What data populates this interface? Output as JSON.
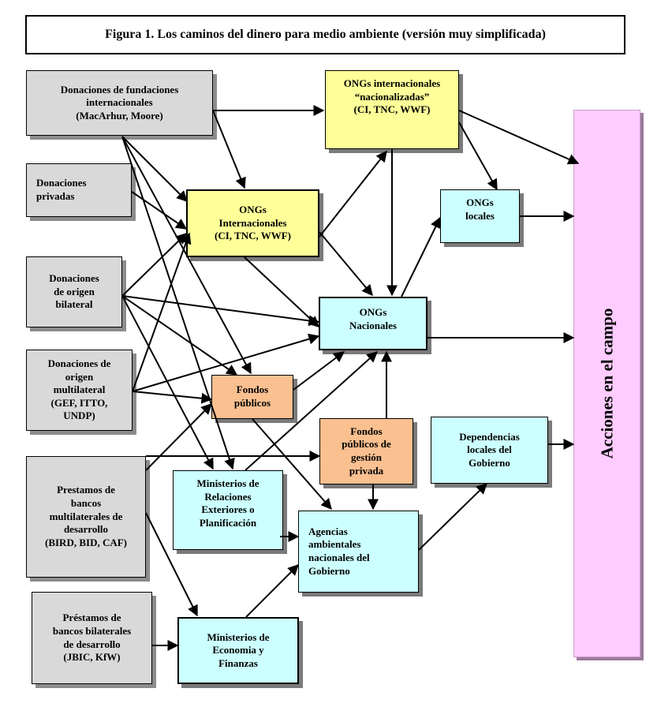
{
  "title": "Figura 1. Los caminos del dinero para  medio ambiente (versión muy simplificada)",
  "nodes": {
    "fundaciones": [
      "Donaciones de fundaciones",
      "internacionales",
      "(MacArhur, Moore)"
    ],
    "privadas": [
      "Donaciones",
      "privadas"
    ],
    "bilateral": [
      "Donaciones",
      "de origen",
      "bilateral"
    ],
    "multilateral": [
      "Donaciones de",
      "origen",
      "multilateral",
      "(GEF,  ITTO,",
      "UNDP)"
    ],
    "prestamos_multilaterales": [
      "Prestamos de",
      "bancos",
      "multilaterales de",
      "desarrollo",
      "(BIRD, BID, CAF)"
    ],
    "prestamos_bilaterales": [
      "Préstamos de",
      "bancos bilaterales",
      "de desarrollo",
      "(JBIC, KfW)"
    ],
    "ongs_internacionales": [
      "ONGs",
      "Internacionales",
      "(CI, TNC, WWF)"
    ],
    "ongs_nacionalizadas": [
      "ONGs internacionales",
      "“nacionalizadas”",
      "(CI, TNC, WWF)"
    ],
    "ongs_locales": [
      "ONGs",
      "locales"
    ],
    "ongs_nacionales": [
      "ONGs",
      "Nacionales"
    ],
    "fondos_publicos": [
      "Fondos",
      "públicos"
    ],
    "fondos_gestion_privada": [
      "Fondos",
      "públicos de",
      "gestión",
      "privada"
    ],
    "dependencias_locales": [
      "Dependencias",
      "locales del",
      "Gobierno"
    ],
    "ministerios_relaciones": [
      "Ministerios de",
      "Relaciones",
      "Exteriores o",
      "Planificación"
    ],
    "agencias_ambientales": [
      "Agencias",
      "ambientales",
      "nacionales del",
      "Gobierno"
    ],
    "ministerios_economia": [
      "Ministerios de",
      "Economia y",
      "Finanzas"
    ]
  },
  "field_label": "Acciones en el campo",
  "colors": {
    "donor_gray": "#d9d9d9",
    "ngo_yellow": "#ffff99",
    "gov_cyan": "#ccffff",
    "fund_orange": "#fac090",
    "field_pink": "#ffccff"
  }
}
